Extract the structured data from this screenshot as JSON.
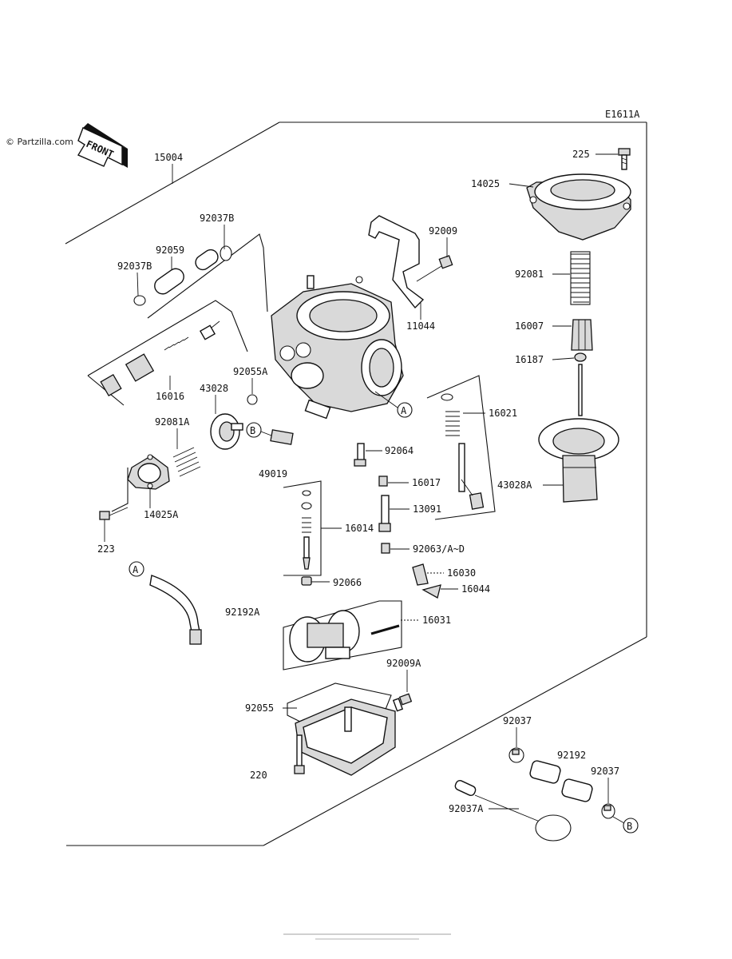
{
  "watermark": "© Partzilla.com",
  "diagram_code": "E1611A",
  "front_tag": "FRONT",
  "callouts": {
    "a": "A",
    "b": "B"
  },
  "parts": {
    "p15004": "15004",
    "p225": "225",
    "p14025": "14025",
    "p92037b_top": "92037B",
    "p92009": "92009",
    "p92059": "92059",
    "p92037b_left": "92037B",
    "p92081": "92081",
    "p11044": "11044",
    "p16007": "16007",
    "p16187": "16187",
    "p92055a": "92055A",
    "p16016": "16016",
    "p43028": "43028",
    "p16021": "16021",
    "p92081a": "92081A",
    "p92064": "92064",
    "p43028a": "43028A",
    "p49019": "49019",
    "p16017": "16017",
    "p14025a": "14025A",
    "p13091": "13091",
    "p16014": "16014",
    "p223": "223",
    "p92063": "92063/A~D",
    "p16030": "16030",
    "p92066": "92066",
    "p16044": "16044",
    "p92192a": "92192A",
    "p16031": "16031",
    "p92009a": "92009A",
    "p92055": "92055",
    "p92037_top": "92037",
    "p220": "220",
    "p92192": "92192",
    "p92037_right": "92037",
    "p92037a": "92037A"
  }
}
